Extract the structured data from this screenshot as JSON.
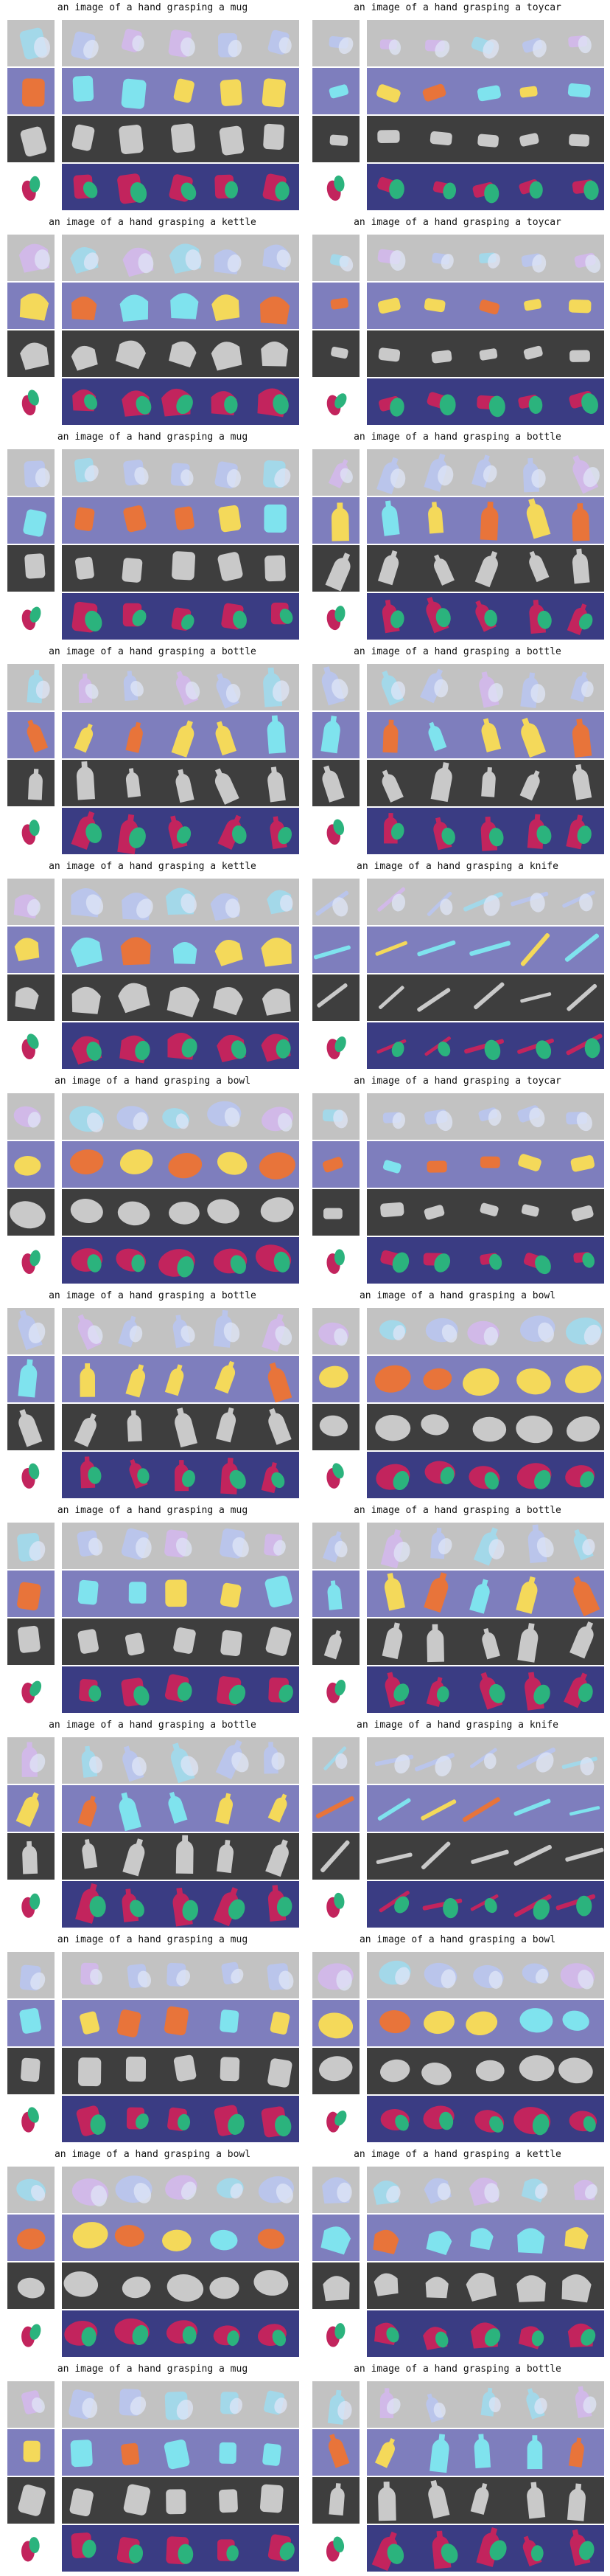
{
  "grid": {
    "rows": 12,
    "cols": 2,
    "strip_rows": [
      "rgb",
      "normal",
      "mask",
      "segmentation"
    ],
    "colors": {
      "rgb_bg": "#c2c2c2",
      "normal_bg": "#7e7ebd",
      "mask_bg": "#3e3e3e",
      "seg_bg": "#3a3c83",
      "object_mask": "#c9c9c9",
      "hand_green": "#2bb37d",
      "object_magenta": "#c2245d",
      "warm_orange": "#e8743a",
      "warm_yellow": "#f4d95a",
      "cool_cyan": "#7fe3ee"
    }
  },
  "panels": [
    {
      "title": "an image of a hand grasping a mug",
      "object": "mug"
    },
    {
      "title": "an image of a hand grasping a toycar",
      "object": "toycar"
    },
    {
      "title": "an image of a hand grasping a kettle",
      "object": "kettle"
    },
    {
      "title": "an image of a hand grasping a toycar",
      "object": "toycar"
    },
    {
      "title": "an image of a hand grasping a mug",
      "object": "mug"
    },
    {
      "title": "an image of a hand grasping a bottle",
      "object": "bottle"
    },
    {
      "title": "an image of a hand grasping a bottle",
      "object": "bottle"
    },
    {
      "title": "an image of a hand grasping a bottle",
      "object": "bottle"
    },
    {
      "title": "an image of a hand grasping a kettle",
      "object": "kettle"
    },
    {
      "title": "an image of a hand grasping a knife",
      "object": "knife"
    },
    {
      "title": "an image of a hand grasping a bowl",
      "object": "bowl"
    },
    {
      "title": "an image of a hand grasping a toycar",
      "object": "toycar"
    },
    {
      "title": "an image of a hand grasping a bottle",
      "object": "bottle"
    },
    {
      "title": "an image of a hand grasping a bowl",
      "object": "bowl"
    },
    {
      "title": "an image of a hand grasping a mug",
      "object": "mug"
    },
    {
      "title": "an image of a hand grasping a bottle",
      "object": "bottle"
    },
    {
      "title": "an image of a hand grasping a bottle",
      "object": "bottle"
    },
    {
      "title": "an image of a hand grasping a knife",
      "object": "knife"
    },
    {
      "title": "an image of a hand grasping a mug",
      "object": "mug"
    },
    {
      "title": "an image of a hand grasping a bowl",
      "object": "bowl"
    },
    {
      "title": "an image of a hand grasping a bowl",
      "object": "bowl"
    },
    {
      "title": "an image of a hand grasping a kettle",
      "object": "kettle"
    },
    {
      "title": "an image of a hand grasping a mug",
      "object": "mug"
    },
    {
      "title": "an image of a hand grasping a bottle",
      "object": "bottle"
    }
  ]
}
